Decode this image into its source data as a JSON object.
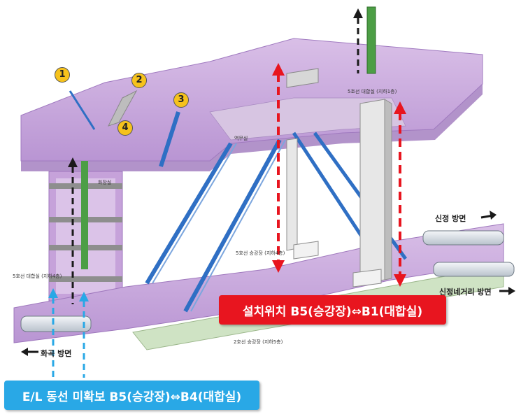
{
  "markers": [
    "1",
    "2",
    "3",
    "4"
  ],
  "labels": {
    "line5_concourse": "5호선 대합실 (지하1층)",
    "line5_platform": "5호선 승강장 (지하4층)",
    "line5_concourse_b4": "5호선 대합실 (지하4층)",
    "line2_platform": "2호선 승강장 (지하5층)",
    "station_room": "역무실",
    "washroom": "화장실"
  },
  "directions": {
    "sinjeong": "신정 방면",
    "sinjeong_junction": "신정네거리 방면",
    "hwagok": "화곡 방면"
  },
  "callouts": {
    "installation": "설치위치 B5(승강장)⇔B1(대합실)",
    "elevator_missing": "E/L 동선 미확보 B5(승강장)⇔B4(대합실)"
  },
  "colors": {
    "purple": "#c9a6dc",
    "purple_dark": "#a77ec4",
    "red": "#e8151f",
    "blue": "#29a8e6",
    "escalator": "#2f6fc4",
    "train": "#dfe6ee"
  }
}
